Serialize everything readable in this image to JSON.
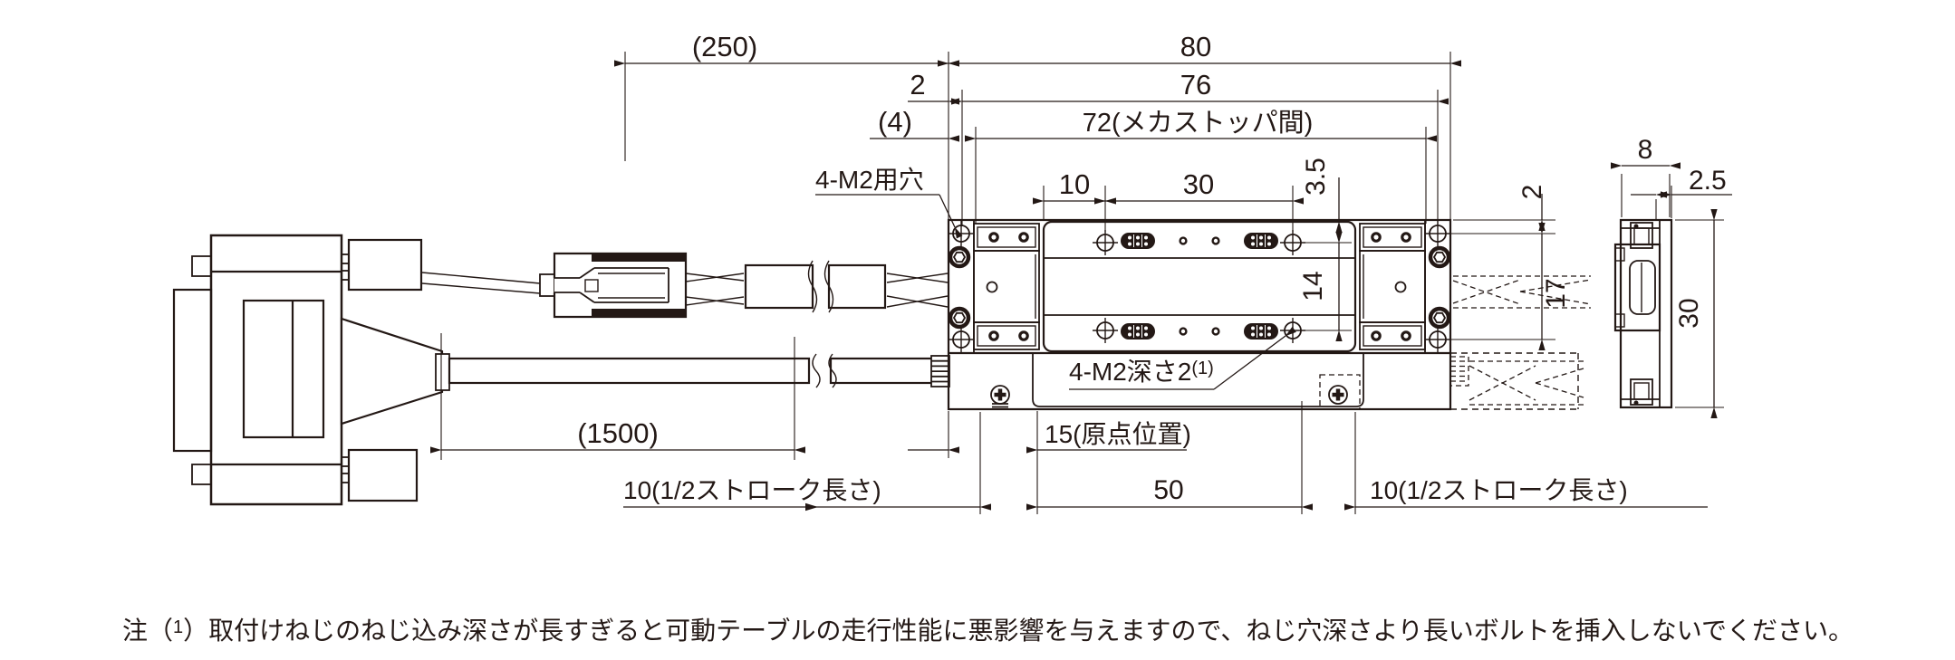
{
  "colors": {
    "line": "#231815",
    "background": "#ffffff"
  },
  "main_view": {
    "dims": {
      "cable_free": "(250)",
      "body_length": "80",
      "hole_edge_x": "2",
      "hole_span_x": "76",
      "stopper_edge_x": "(4)",
      "stopper_span": "72(メカストッパ間)",
      "table_hole_edge": "10",
      "table_hole_pitch": "30",
      "table_hole_edge_y": "3.5",
      "table_hole_pitch_y": "14",
      "end_hole_edge_y": "2",
      "end_hole_pitch_y": "17",
      "cable_length": "(1500)",
      "home_position": "15(原点位置)",
      "table_length": "50",
      "half_stroke_left": "10(1/2ストローク長さ)",
      "half_stroke_right": "10(1/2ストローク長さ)"
    },
    "labels": {
      "through_holes": "4-M2用穴",
      "tapped_holes": "4-M2深さ2",
      "tapped_holes_sup": "(1)"
    }
  },
  "side_view": {
    "dims": {
      "depth": "8",
      "plate_offset": "2.5",
      "height": "30"
    }
  },
  "note": {
    "prefix": "注（",
    "sup": "1",
    "body": "）取付けねじのねじ込み深さが長すぎると可動テーブルの走行性能に悪影響を与えますので、ねじ穴深さより長いボルトを挿入しないでください。"
  }
}
